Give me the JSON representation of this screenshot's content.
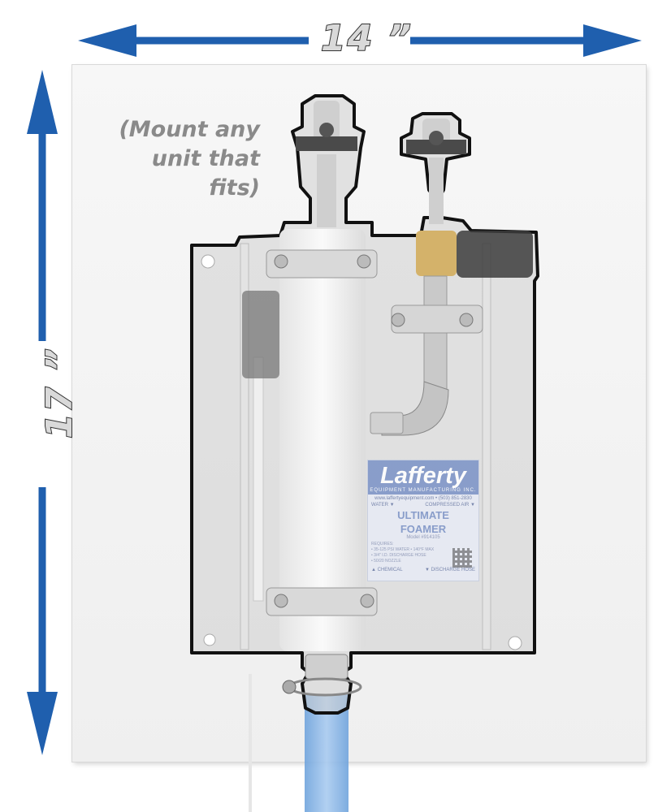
{
  "dimensions": {
    "width_label": "14 ”",
    "height_label": "17 ”"
  },
  "note": {
    "line1": "(Mount any",
    "line2": "unit that",
    "line3": "fits)"
  },
  "product_label": {
    "brand": "Lafferty",
    "subtitle": "EQUIPMENT MANUFACTURING INC.",
    "website": "www.laffertyequipment.com • (503) 851-2830",
    "port_water": "WATER ▼",
    "port_air": "COMPRESSED AIR ▼",
    "title_line1": "ULTIMATE",
    "title_line2": "FOAMER",
    "model": "Model #914105",
    "requires_heading": "REQUIRES:",
    "requirements": [
      "• 35-125 PSI WATER • 140°F MAX",
      "• 3/4\" I.D. DISCHARGE HOSE",
      "• 50/20 NOZZLE"
    ],
    "port_chemical": "▲ CHEMICAL",
    "port_discharge": "▼ DISCHARGE HOSE"
  },
  "colors": {
    "arrow": "#1f5fae",
    "outline": "#111111",
    "panel": "#f2f2f2",
    "label_blue": "#7e95c8",
    "hose_blue": "#7fb0e6"
  }
}
